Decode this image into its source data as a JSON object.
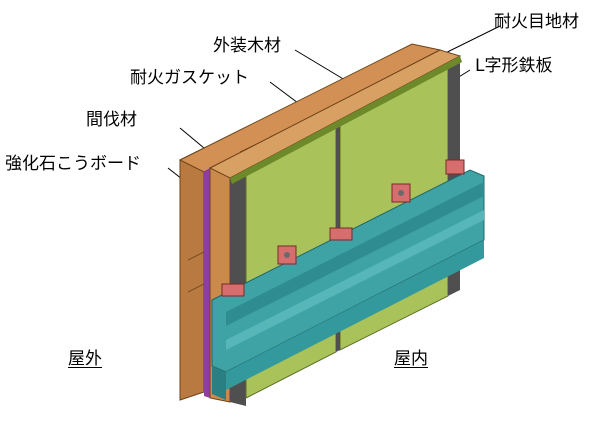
{
  "labels": {
    "exterior_wood": "外装木材",
    "fire_gasket": "耐火ガスケット",
    "furring": "間伐材",
    "gypsum_board": "強化石こうボード",
    "fire_joint": "耐火目地材",
    "l_plate": "L字形鉄板",
    "outdoor": "屋外",
    "indoor": "屋内"
  },
  "colors": {
    "wood": "#c8864a",
    "wood_dark": "#8a5420",
    "gypsum": "#a9c35a",
    "gasket": "#8e3ea0",
    "steel_channel": "#3fa3a6",
    "bracket": "#d66e6e",
    "backing": "#555555"
  }
}
